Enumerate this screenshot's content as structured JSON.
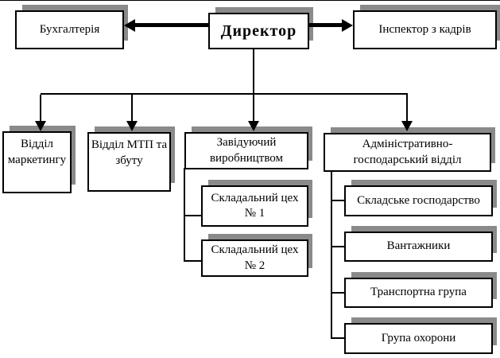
{
  "diagram_type": "org-chart",
  "nodes": {
    "director": {
      "label": "Директор"
    },
    "accounting": {
      "label": "Бухгалтерія"
    },
    "hr_inspector": {
      "label": "Інспектор з кадрів"
    },
    "marketing": {
      "label": "Відділ\nмаркетингу"
    },
    "mtp_sales": {
      "label": "Відділ МТП та\nзбуту"
    },
    "production_manager": {
      "label": "Завідуючий\nвиробництвом"
    },
    "assembly_shop_1": {
      "label": "Складальний цех\n№ 1"
    },
    "assembly_shop_2": {
      "label": "Складальний цех\n№ 2"
    },
    "admin_dept": {
      "label": "Адміністративно-\nгосподарський відділ"
    },
    "warehouse": {
      "label": "Складське господарство"
    },
    "loaders": {
      "label": "Вантажники"
    },
    "transport_group": {
      "label": "Транспортна група"
    },
    "security_group": {
      "label": "Група охорони"
    }
  },
  "edges": [
    {
      "from": "director",
      "to": "accounting",
      "style": "thick-arrow"
    },
    {
      "from": "director",
      "to": "hr_inspector",
      "style": "thick-arrow"
    },
    {
      "from": "director",
      "to": "marketing",
      "style": "arrow"
    },
    {
      "from": "director",
      "to": "mtp_sales",
      "style": "arrow"
    },
    {
      "from": "director",
      "to": "production_manager",
      "style": "arrow"
    },
    {
      "from": "director",
      "to": "admin_dept",
      "style": "arrow"
    },
    {
      "from": "production_manager",
      "to": "assembly_shop_1",
      "style": "line"
    },
    {
      "from": "production_manager",
      "to": "assembly_shop_2",
      "style": "line"
    },
    {
      "from": "admin_dept",
      "to": "warehouse",
      "style": "line"
    },
    {
      "from": "admin_dept",
      "to": "loaders",
      "style": "line"
    },
    {
      "from": "admin_dept",
      "to": "transport_group",
      "style": "line"
    },
    {
      "from": "admin_dept",
      "to": "security_group",
      "style": "line"
    }
  ],
  "colors": {
    "border": "#000000",
    "shadow": "#8a8a8a",
    "background": "#ffffff",
    "text": "#000000"
  }
}
